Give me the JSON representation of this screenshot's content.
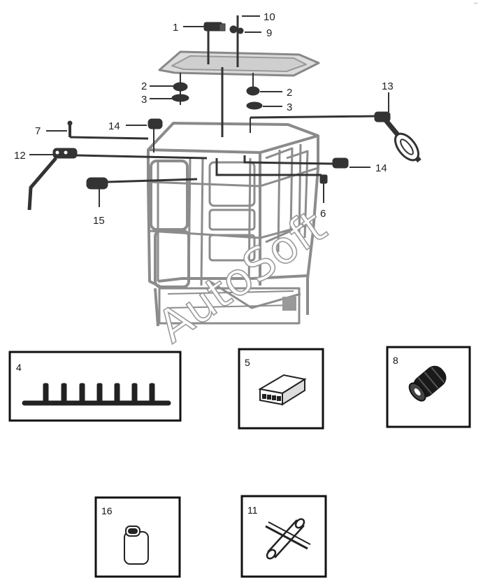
{
  "watermark": "AutoSoft",
  "callouts": {
    "c1": "1",
    "c10": "10",
    "c9": "9",
    "c2a": "2",
    "c3a": "3",
    "c2b": "2",
    "c3b": "3",
    "c13": "13",
    "c7": "7",
    "c14a": "14",
    "c12": "12",
    "c14b": "14",
    "c6": "6",
    "c15": "15"
  },
  "boxes": {
    "b4": "4",
    "b5": "5",
    "b8": "8",
    "b16": "16",
    "b11": "11"
  }
}
